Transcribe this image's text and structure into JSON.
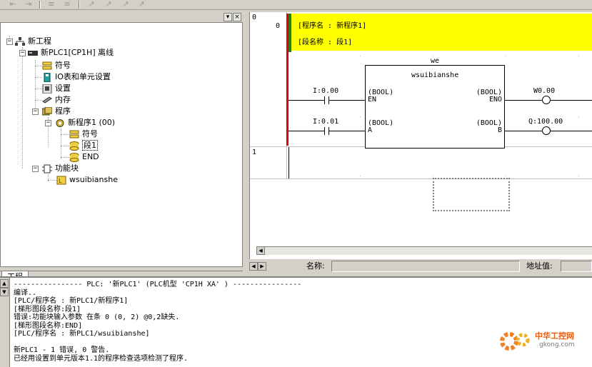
{
  "tree": {
    "root": "新工程",
    "plc": "新PLC1[CP1H] 离线",
    "symbols": "符号",
    "io_table": "IO表和单元设置",
    "settings": "设置",
    "memory": "内存",
    "programs": "程序",
    "program1": "新程序1 (00)",
    "program_symbols": "符号",
    "section1": "段1",
    "end": "END",
    "function_blocks": "功能块",
    "fb_wsui": "wsuibianshe"
  },
  "left_tab": "工程",
  "ladder": {
    "rung0_num": "0",
    "rung0_step": "0",
    "rung1_num": "1",
    "program_name_label": "[程序名 : 新程序1]",
    "section_name_label": "[段名称 : 段1]",
    "fb_instance": "we",
    "fb_name": "wsuibianshe",
    "contact1": "I:0.00",
    "contact2": "I:0.01",
    "in_en_type": "(BOOL)",
    "in_en_name": "EN",
    "in_a_type": "(BOOL)",
    "in_a_name": "A",
    "out_eno_type": "(BOOL)",
    "out_eno_name": "ENO",
    "out_b_type": "(BOOL)",
    "out_b_name": "B",
    "coil1": "W0.00",
    "coil2": "Q:100.00"
  },
  "status": {
    "name_label": "名称:",
    "address_label": "地址值:"
  },
  "output": {
    "lines": [
      "---------------- PLC: '新PLC1' (PLC机型 'CP1H XA' ) ----------------",
      "编译..",
      "[PLC/程序名 : 新PLC1/新程序1]",
      "[梯形图段名称:段1]",
      "错误:功能块输入参数 在条 0 (0, 2) @0,2缺失.",
      "[梯形图段名称:END]",
      "[PLC/程序名 : 新PLC1/wsuibianshe]",
      "",
      "新PLC1 - 1 错误, 0 警告.",
      "已经用设置到单元版本1.1的程序检查选项检测了程序."
    ]
  },
  "watermark": {
    "brand": "中华工控网",
    "domain": "gkong.com"
  },
  "colors": {
    "header_bg": "#ffff00",
    "rail_red": "#e00000",
    "rail_green": "#208020",
    "watermark": "#e85c10"
  }
}
